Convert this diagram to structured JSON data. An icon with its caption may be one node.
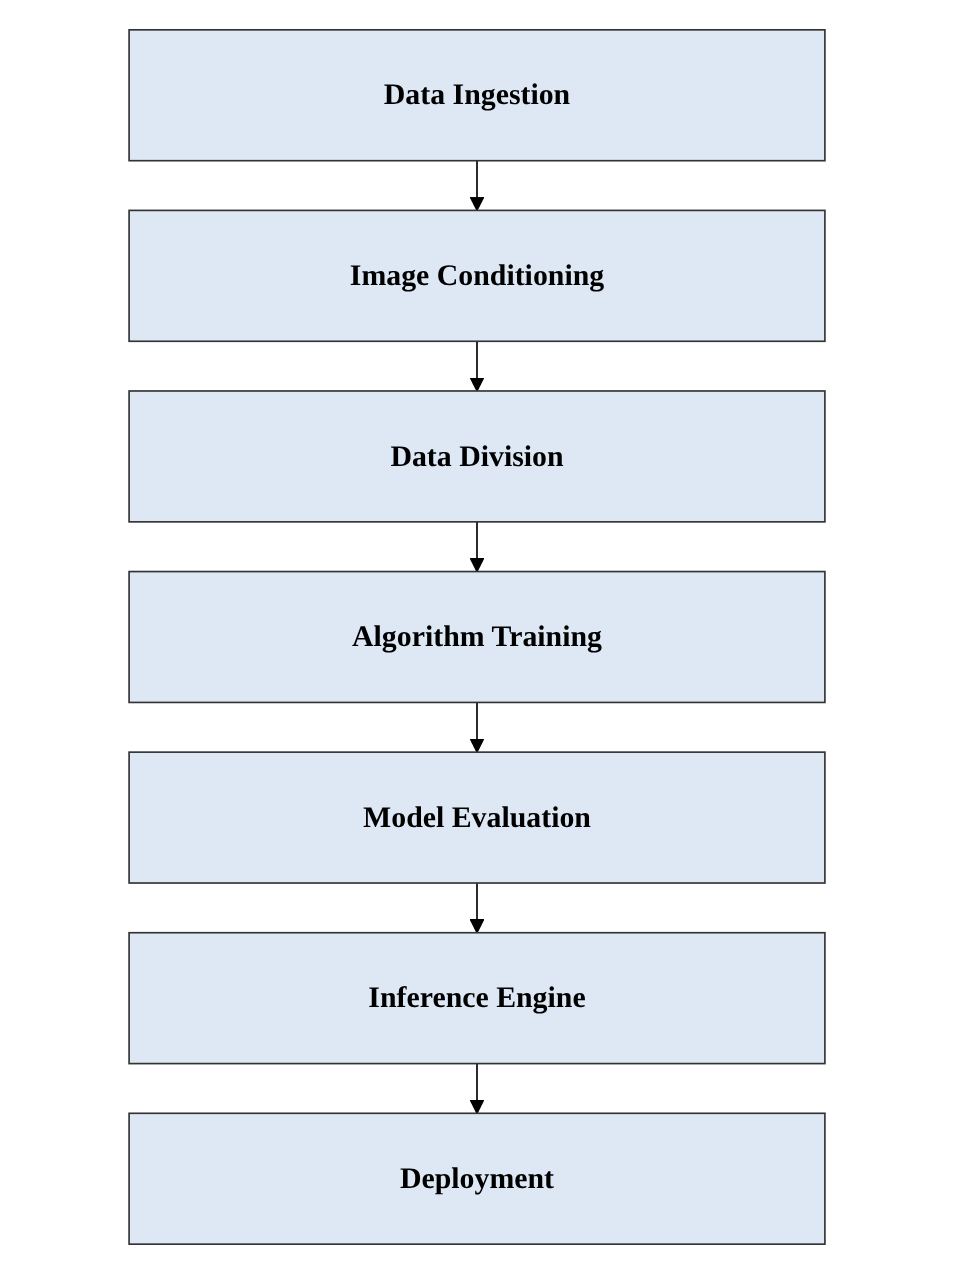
{
  "diagram": {
    "nodes": [
      {
        "text": [
          "Data Ingestion"
        ]
      },
      {
        "text": [
          "Image Conditioning"
        ]
      },
      {
        "text": [
          "Data Division"
        ]
      },
      {
        "text": [
          "Algorithm Training"
        ]
      },
      {
        "text": [
          "Model Evaluation"
        ]
      },
      {
        "text": [
          "Inference Engine"
        ]
      },
      {
        "text": [
          "Deployment"
        ]
      }
    ],
    "edges": [
      {
        "from": 0,
        "to": 1,
        "arrow": "to"
      },
      {
        "from": 1,
        "to": 2,
        "arrow": "to"
      },
      {
        "from": 2,
        "to": 3,
        "arrow": "to"
      },
      {
        "from": 3,
        "to": 4,
        "arrow": "to"
      },
      {
        "from": 4,
        "to": 5,
        "arrow": "to"
      },
      {
        "from": 5,
        "to": 6,
        "arrow": "to"
      }
    ]
  }
}
